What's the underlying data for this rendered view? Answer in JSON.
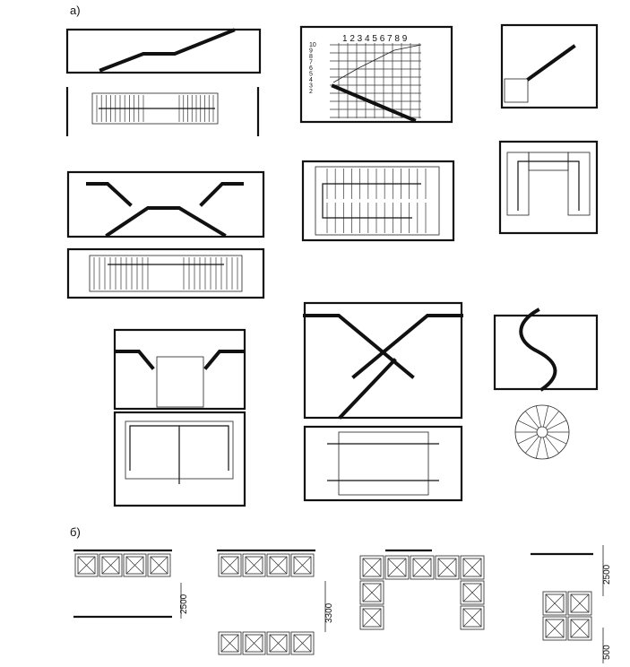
{
  "section_a_label": "а)",
  "section_b_label": "б)",
  "step_numbers_top": "1 2 3 4 5 6 7 8 9",
  "step_numbers_side": [
    "10",
    "9",
    "8",
    "7",
    "6",
    "5",
    "4",
    "3",
    "2"
  ],
  "dimensions": {
    "dim_2500_left": "2500",
    "dim_3300": "3300",
    "dim_2500_right": "2500",
    "dim_500": "500"
  },
  "colors": {
    "ink": "#111111",
    "paper": "#ffffff"
  }
}
